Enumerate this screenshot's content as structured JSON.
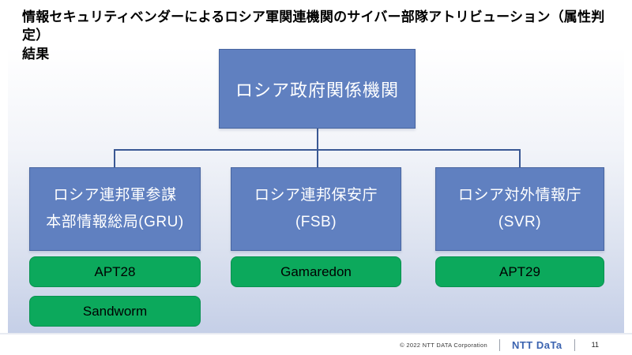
{
  "slide": {
    "title_line1": "情報セキュリティベンダーによるロシア軍関連機関のサイバー部隊アトリビューション（属性判定）",
    "title_line2": "結果"
  },
  "org_chart": {
    "root": {
      "label": "ロシア政府関係機関"
    },
    "agencies": [
      {
        "name_line1": "ロシア連邦軍参謀",
        "name_line2": "本部情報総局(GRU)",
        "groups": [
          "APT28",
          "Sandworm"
        ]
      },
      {
        "name_line1": "ロシア連邦保安庁",
        "name_line2": "(FSB)",
        "groups": [
          "Gamaredon"
        ]
      },
      {
        "name_line1": "ロシア対外情報庁",
        "name_line2": "(SVR)",
        "groups": [
          "APT29"
        ]
      }
    ]
  },
  "colors": {
    "agency_fill": "#6080c0",
    "agency_border": "#48659f",
    "group_fill": "#0ca95c",
    "group_border": "#0a9150",
    "connector": "#3a5894",
    "background_bottom": "#c5cfe7",
    "logo_blue": "#3c64b0"
  },
  "footer": {
    "copyright": "© 2022 NTT DATA Corporation",
    "logo_text": "NTT DaTa",
    "page_number": "11"
  }
}
